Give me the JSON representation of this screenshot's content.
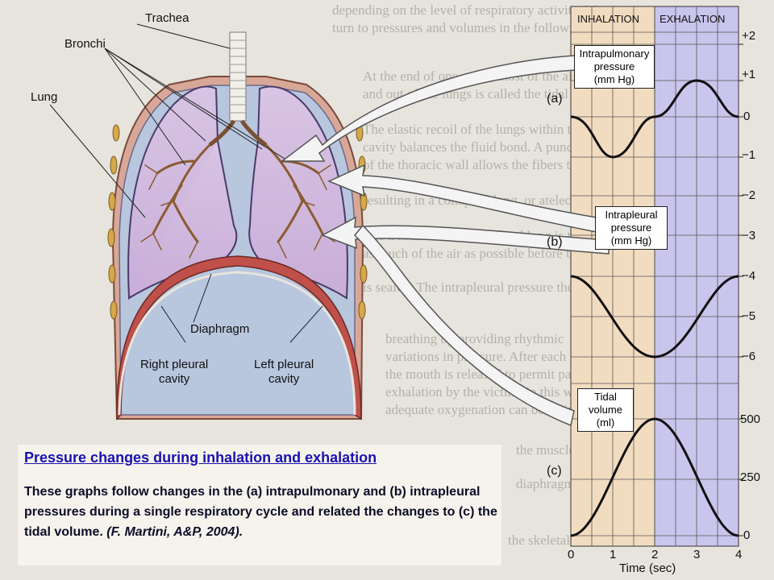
{
  "diagram": {
    "labels": {
      "trachea": "Trachea",
      "bronchi": "Bronchi",
      "lung": "Lung",
      "diaphragm": "Diaphragm",
      "right_pleural": "Right pleural\ncavity",
      "left_pleural": "Left pleural\ncavity"
    }
  },
  "graph": {
    "phase_labels": {
      "inhalation": "INHALATION",
      "exhalation": "EXHALATION"
    },
    "panel_a": {
      "letter": "(a)",
      "box_label": "Intrapulmonary\npressure\n(mm Hg)"
    },
    "panel_b": {
      "letter": "(b)",
      "box_label": "Intrapleural\npressure\n(mm Hg)"
    },
    "panel_c": {
      "letter": "(c)",
      "box_label": "Tidal\nvolume\n(ml)"
    },
    "y_ticks": [
      "+2",
      "+1",
      "0",
      "−1",
      "−2",
      "−3",
      "−4",
      "−5",
      "−6",
      "500",
      "250",
      "0"
    ],
    "x_ticks": [
      "0",
      "1",
      "2",
      "3",
      "4"
    ],
    "x_label": "Time (sec)",
    "colors": {
      "inhalation": "#f2dcc0",
      "exhalation": "#c9c5ec",
      "curve": "#111111",
      "arrow": "#f4f4f4"
    }
  },
  "chart_data": [
    {
      "type": "line",
      "title": "Intrapulmonary\npressure\n(mm Hg)",
      "x": [
        0,
        1,
        2,
        3,
        4
      ],
      "y": [
        0,
        -1,
        0,
        1,
        0
      ],
      "xlabel": "Time (sec)"
    },
    {
      "type": "line",
      "title": "Intrapleural\npressure\n(mm Hg)",
      "x": [
        0,
        2,
        4
      ],
      "y": [
        -4,
        -6,
        -4
      ],
      "xlabel": "Time (sec)"
    },
    {
      "type": "line",
      "title": "Tidal\nvolume\n(ml)",
      "x": [
        0,
        2,
        4
      ],
      "y": [
        0,
        500,
        0
      ],
      "xlabel": "Time (sec)"
    }
  ],
  "caption": {
    "title": "Pressure changes during inhalation and exhalation",
    "body": "These graphs follow changes in the (a) intrapulmonary and (b) intrapleural pressures during a single respiratory cycle and related the changes to (c) the tidal volume.",
    "citation": " (F. Martini, A&P, 2004)."
  }
}
